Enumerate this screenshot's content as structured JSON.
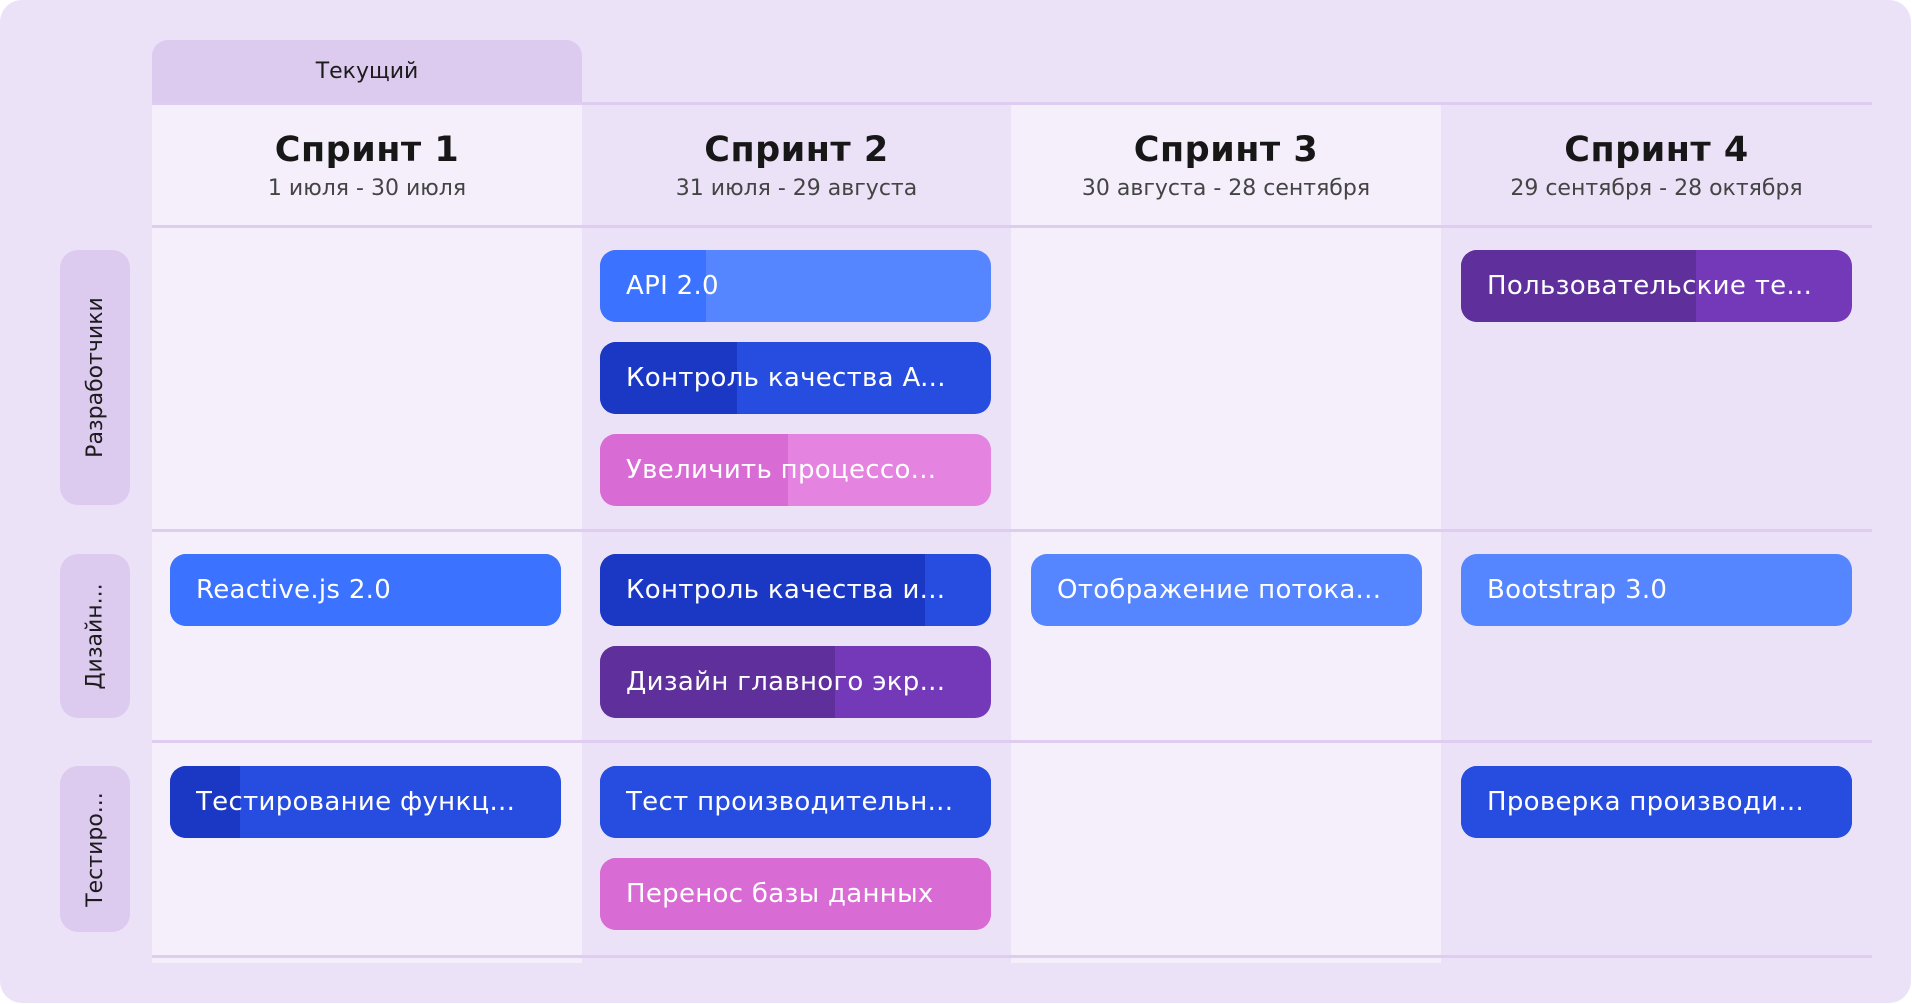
{
  "current_tab": {
    "label": "Текущий"
  },
  "sprints": [
    {
      "title": "Спринт 1",
      "dates": "1 июля - 30 июля"
    },
    {
      "title": "Спринт 2",
      "dates": "31 июля - 29 августа"
    },
    {
      "title": "Спринт 3",
      "dates": "30 августа - 28 сентября"
    },
    {
      "title": "Спринт 4",
      "dates": "29 сентября - 28 октября"
    }
  ],
  "rows": [
    {
      "label": "Разработчики"
    },
    {
      "label": "Дизайн..."
    },
    {
      "label": "Тестиро..."
    }
  ],
  "colors": {
    "board_bg": "#ebe2f7",
    "column_light": "#f5effb",
    "tab_bg": "#dccaef",
    "grid_line": "#dfcdf1",
    "blue_light": "#5585ff",
    "blue_light_fill": "#3b72ff",
    "blue_dark": "#264ddf",
    "blue_dark_fill": "#1a38c4",
    "purple": "#7439b8",
    "purple_fill": "#5f2f9b",
    "pink": "#e483e0",
    "pink_fill": "#d96cd4"
  },
  "cards": [
    {
      "row": 0,
      "sprint": 1,
      "label": "API 2.0",
      "progress": 27,
      "color": "#5585ff",
      "fill": "#3b72ff"
    },
    {
      "row": 0,
      "sprint": 1,
      "label": "Контроль качества A...",
      "progress": 35,
      "color": "#264ddf",
      "fill": "#1a38c4"
    },
    {
      "row": 0,
      "sprint": 1,
      "label": "Увеличить процессо...",
      "progress": 48,
      "color": "#e483e0",
      "fill": "#d96cd4"
    },
    {
      "row": 0,
      "sprint": 3,
      "label": "Пользовательские те...",
      "progress": 60,
      "color": "#7439b8",
      "fill": "#5f2f9b"
    },
    {
      "row": 1,
      "sprint": 0,
      "label": "Reactive.js 2.0",
      "progress": 100,
      "color": "#5585ff",
      "fill": "#3b72ff"
    },
    {
      "row": 1,
      "sprint": 1,
      "label": "Контроль качества и...",
      "progress": 83,
      "color": "#264ddf",
      "fill": "#1a38c4"
    },
    {
      "row": 1,
      "sprint": 1,
      "label": "Дизайн главного экр...",
      "progress": 60,
      "color": "#7439b8",
      "fill": "#5f2f9b"
    },
    {
      "row": 1,
      "sprint": 2,
      "label": "Отображение потока...",
      "progress": 0,
      "color": "#5585ff",
      "fill": "#3b72ff"
    },
    {
      "row": 1,
      "sprint": 3,
      "label": "Bootstrap 3.0",
      "progress": 0,
      "color": "#5585ff",
      "fill": "#3b72ff"
    },
    {
      "row": 2,
      "sprint": 0,
      "label": "Тестирование функц...",
      "progress": 18,
      "color": "#264ddf",
      "fill": "#1a38c4"
    },
    {
      "row": 2,
      "sprint": 1,
      "label": "Тест производительн...",
      "progress": 100,
      "color": "#264ddf",
      "fill": "#264ddf"
    },
    {
      "row": 2,
      "sprint": 1,
      "label": "Перенос базы данных",
      "progress": 100,
      "color": "#d96cd4",
      "fill": "#d96cd4"
    },
    {
      "row": 2,
      "sprint": 3,
      "label": "Проверка производи...",
      "progress": 100,
      "color": "#264ddf",
      "fill": "#264ddf"
    }
  ]
}
